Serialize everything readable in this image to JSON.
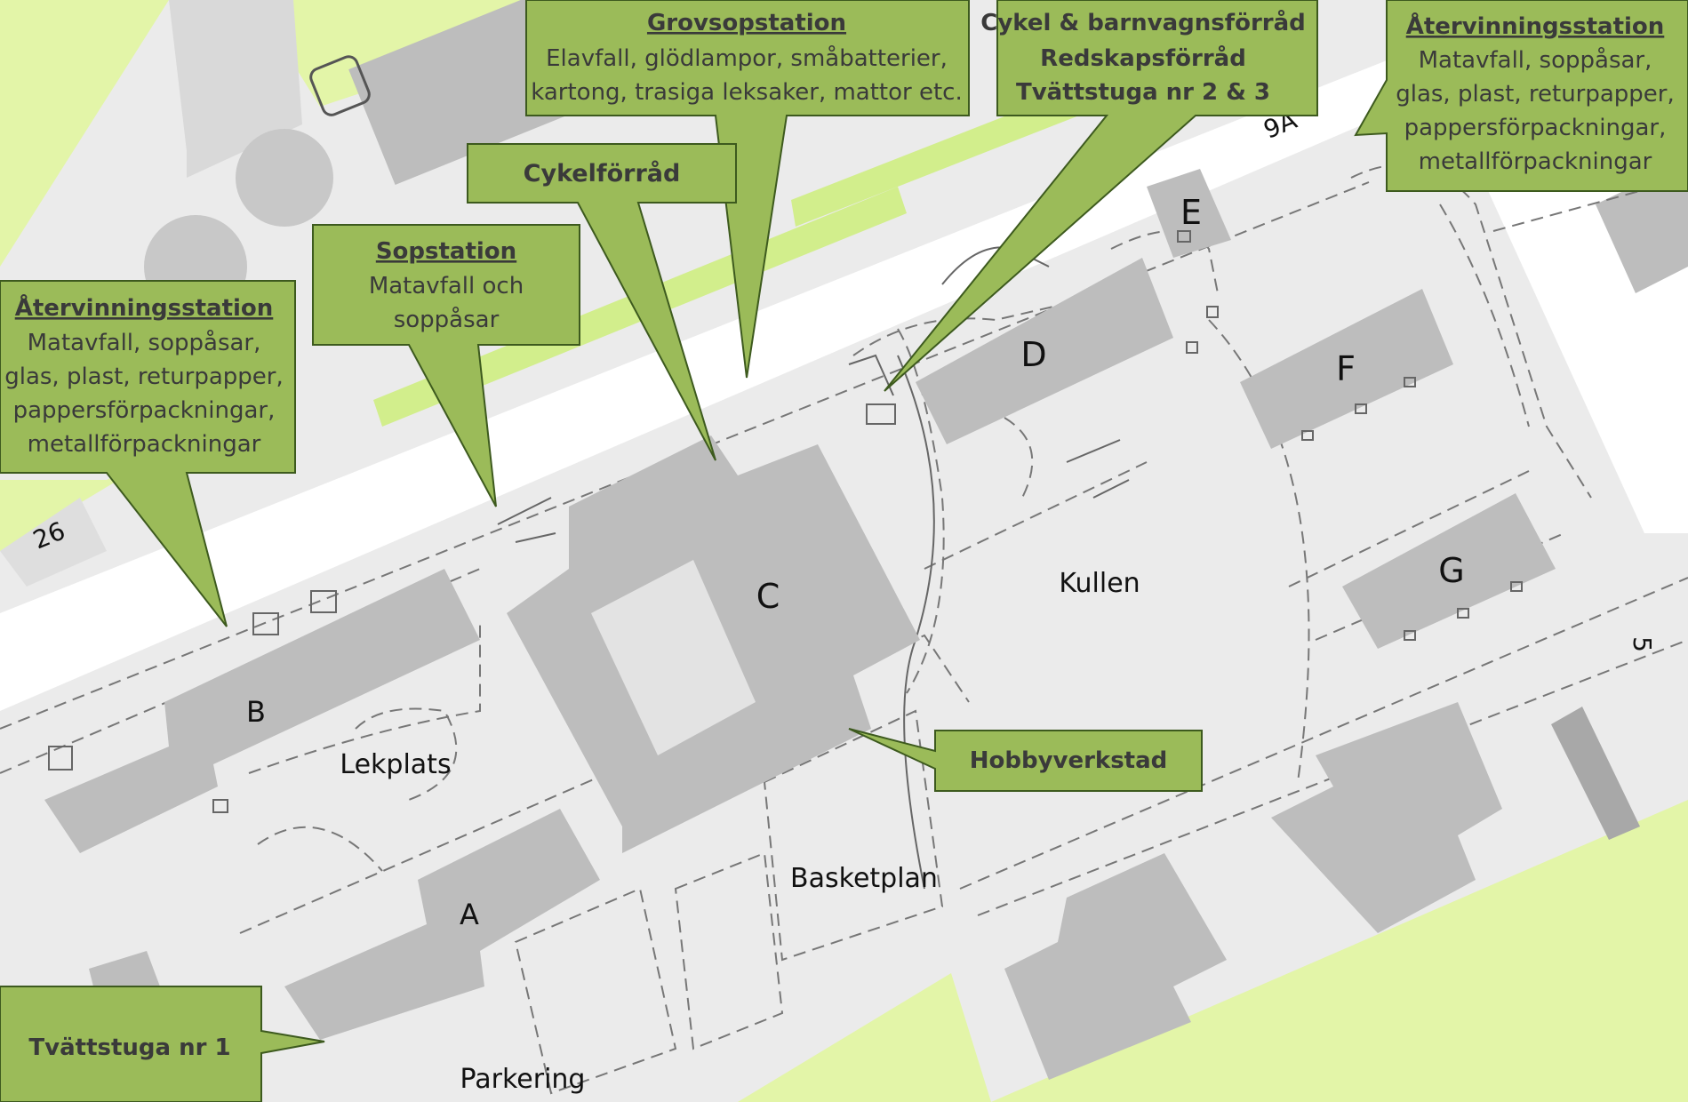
{
  "map": {
    "buildings": [
      {
        "id": "A",
        "label": "A"
      },
      {
        "id": "B",
        "label": "B"
      },
      {
        "id": "C",
        "label": "C"
      },
      {
        "id": "D",
        "label": "D"
      },
      {
        "id": "E",
        "label": "E"
      },
      {
        "id": "F",
        "label": "F"
      },
      {
        "id": "G",
        "label": "G"
      }
    ],
    "areas": {
      "lekplats": "Lekplats",
      "kullen": "Kullen",
      "basketplan": "Basketplan",
      "parkering": "Parkering"
    },
    "addresses": {
      "nr26": "26",
      "nr9a": "9A",
      "nr5": "5"
    }
  },
  "callouts": {
    "grovsopstation": {
      "title": "Grovsopstation",
      "lines": [
        "Elavfall, glödlampor, småbatterier,",
        "kartong, trasiga leksaker, mattor etc."
      ]
    },
    "cykel_barnvagn": {
      "lines": [
        "Cykel & barnvagnsförråd",
        "Redskapsförråd",
        "Tvättstuga nr 2 & 3"
      ]
    },
    "atervinning_right": {
      "title": "Återvinningsstation",
      "lines": [
        "Matavfall, soppåsar,",
        "glas, plast, returpapper,",
        "pappersförpackningar,",
        "metallförpackningar"
      ]
    },
    "cykelforrad": {
      "title": "Cykelförråd"
    },
    "sopstation": {
      "title": "Sopstation",
      "lines": [
        "Matavfall och",
        "soppåsar"
      ]
    },
    "atervinning_left": {
      "title": "Återvinningsstation",
      "lines": [
        "Matavfall, soppåsar,",
        "glas, plast, returpapper,",
        "pappersförpackningar,",
        "metallförpackningar"
      ]
    },
    "hobbyverkstad": {
      "title": "Hobbyverkstad"
    },
    "tvattstuga1": {
      "title": "Tvättstuga nr 1"
    }
  },
  "colors": {
    "ground": "#ebebeb",
    "building": "#bdbdbd",
    "grass": "#e3f5a8",
    "road": "#ffffff",
    "callout_fill": "#9bbb59",
    "callout_border": "#3d5a1e"
  }
}
